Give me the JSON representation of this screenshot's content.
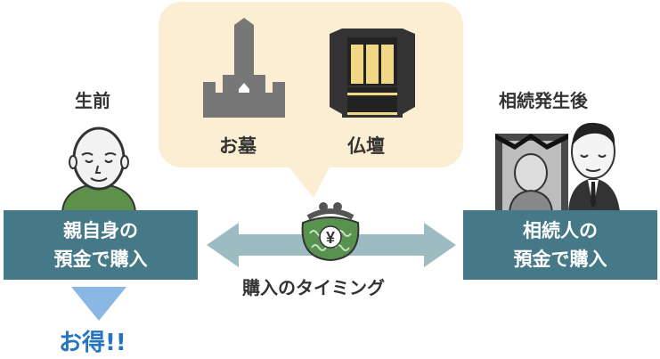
{
  "bubble": {
    "grave_label": "お墓",
    "altar_label": "仏壇"
  },
  "left": {
    "heading": "生前",
    "box_line1": "親自身の",
    "box_line2": "預金で購入",
    "result": "お得!!"
  },
  "right": {
    "heading": "相続発生後",
    "box_line1": "相続人の",
    "box_line2": "預金で購入"
  },
  "center": {
    "timing_label": "購入のタイミング",
    "purse_symbol": "¥"
  },
  "colors": {
    "box_fill": "#457987",
    "bubble_fill": "#fbeed2",
    "arrow_fill": "#9cbcc1",
    "result_text": "#2474c2",
    "down_arrow": "#8ab8e4",
    "purse_green": "#58924f"
  }
}
